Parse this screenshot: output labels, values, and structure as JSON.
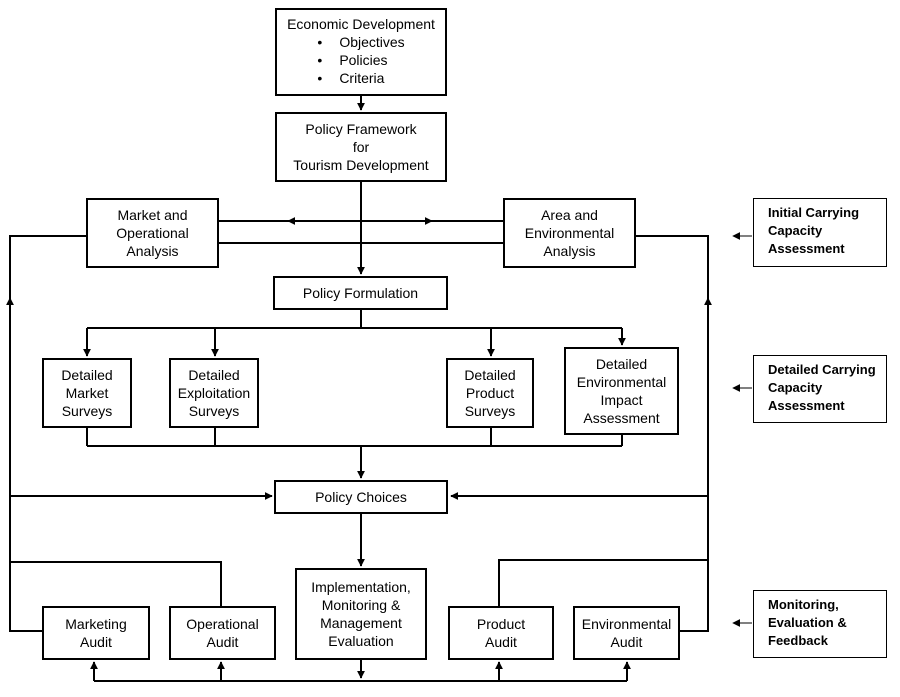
{
  "economic_development": {
    "title": "Economic Development",
    "bullets": [
      "Objectives",
      "Policies",
      "Criteria"
    ]
  },
  "policy_framework": {
    "lines": [
      "Policy Framework",
      "for",
      "Tourism Development"
    ]
  },
  "market_analysis": {
    "lines": [
      "Market and",
      "Operational",
      "Analysis"
    ]
  },
  "area_analysis": {
    "lines": [
      "Area and",
      "Environmental",
      "Analysis"
    ]
  },
  "policy_formulation": {
    "label": "Policy Formulation"
  },
  "detailed_market": {
    "lines": [
      "Detailed",
      "Market",
      "Surveys"
    ]
  },
  "detailed_exploitation": {
    "lines": [
      "Detailed",
      "Exploitation",
      "Surveys"
    ]
  },
  "detailed_product": {
    "lines": [
      "Detailed",
      "Product",
      "Surveys"
    ]
  },
  "detailed_environmental": {
    "lines": [
      "Detailed",
      "Environmental",
      "Impact",
      "Assessment"
    ]
  },
  "policy_choices": {
    "label": "Policy Choices"
  },
  "implementation": {
    "lines": [
      "Implementation,",
      "Monitoring &",
      "Management",
      "Evaluation"
    ]
  },
  "marketing_audit": {
    "lines": [
      "Marketing",
      "Audit"
    ]
  },
  "operational_audit": {
    "lines": [
      "Operational",
      "Audit"
    ]
  },
  "product_audit": {
    "lines": [
      "Product",
      "Audit"
    ]
  },
  "environmental_audit": {
    "lines": [
      "Environmental",
      "Audit"
    ]
  },
  "side_notes": {
    "initial": {
      "lines": [
        "Initial Carrying",
        "Capacity",
        "Assessment"
      ]
    },
    "detailed": {
      "lines": [
        "Detailed Carrying",
        "Capacity",
        "Assessment"
      ]
    },
    "monitoring": {
      "lines": [
        "Monitoring,",
        "Evaluation &",
        "Feedback"
      ]
    }
  }
}
